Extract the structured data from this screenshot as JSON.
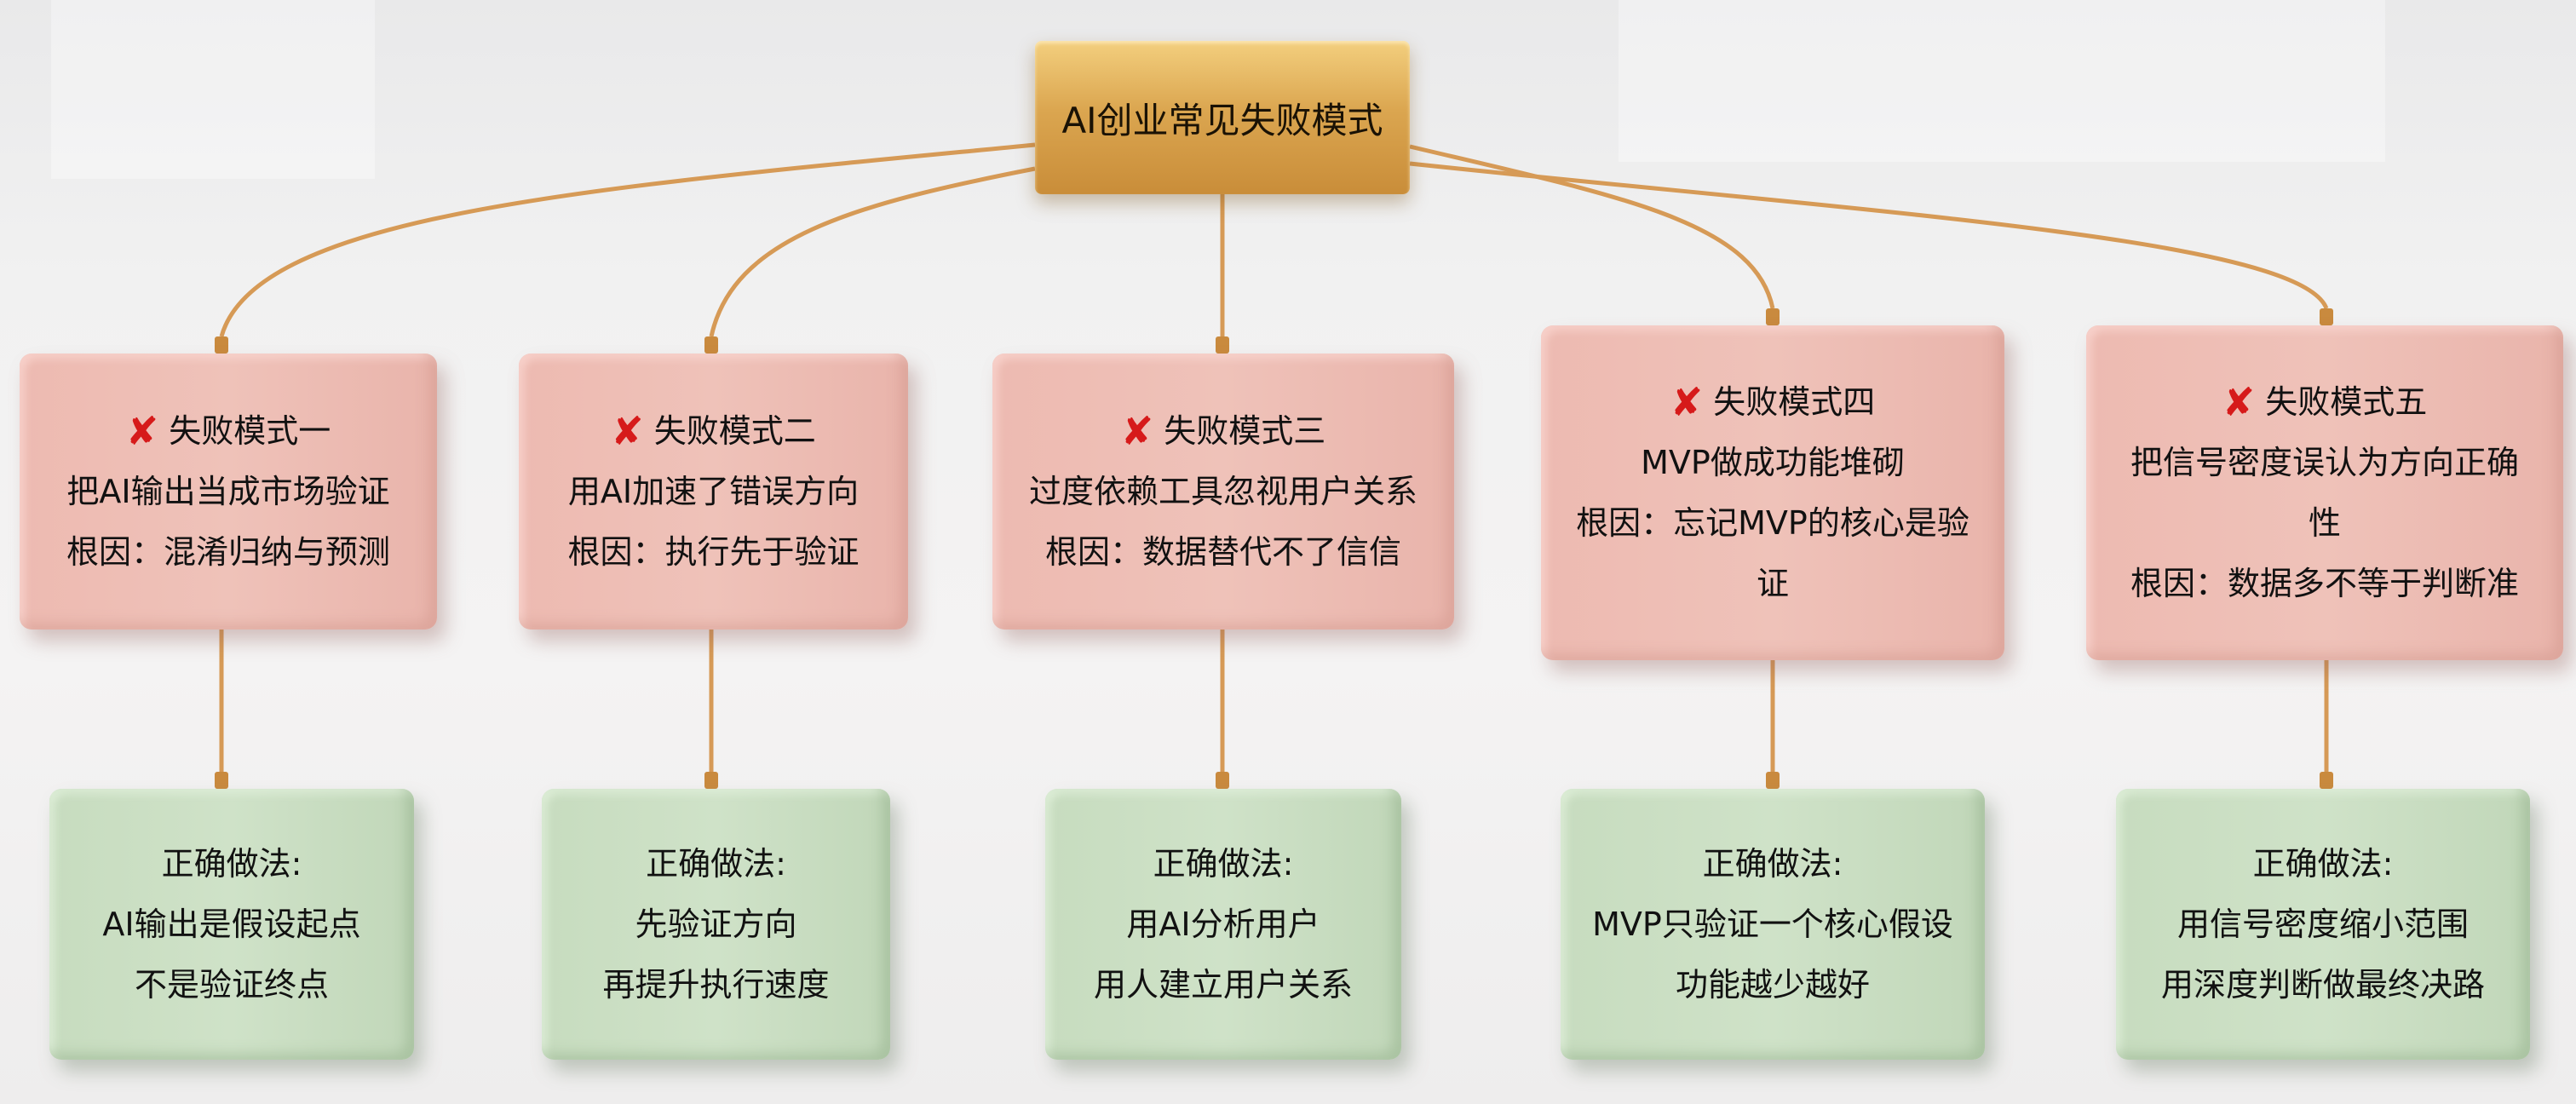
{
  "root": {
    "title": "AI创业常见失败模式"
  },
  "colors": {
    "gold": "#d9a24c",
    "pink": "#eebcb3",
    "green": "#cbdfc4",
    "x_red": "#d61a1a",
    "wire": "#d69a56"
  },
  "failures": [
    {
      "icon": "x-icon",
      "title": "失败模式一",
      "lines": [
        "把AI输出当成市场验证",
        "根因：混淆归纳与预测"
      ]
    },
    {
      "icon": "x-icon",
      "title": "失败模式二",
      "lines": [
        "用AI加速了错误方向",
        "根因：执行先于验证"
      ]
    },
    {
      "icon": "x-icon",
      "title": "失败模式三",
      "lines": [
        "过度依赖工具忽视用户关系",
        "根因：数据替代不了信信"
      ]
    },
    {
      "icon": "x-icon",
      "title": "失败模式四",
      "lines": [
        "MVP做成功能堆砌",
        "根因：忘记MVP的核心是验",
        "证"
      ]
    },
    {
      "icon": "x-icon",
      "title": "失败模式五",
      "lines": [
        "把信号密度误认为方向正确",
        "性",
        "根因：数据多不等于判断准"
      ]
    }
  ],
  "fixes": [
    {
      "label": "正确做法:",
      "lines": [
        "AI输出是假设起点",
        "不是验证终点"
      ]
    },
    {
      "label": "正确做法:",
      "lines": [
        "先验证方向",
        "再提升执行速度"
      ]
    },
    {
      "label": "正确做法:",
      "lines": [
        "用AI分析用户",
        "用人建立用户关系"
      ]
    },
    {
      "label": "正确做法:",
      "lines": [
        "MVP只验证一个核心假设",
        "功能越少越好"
      ]
    },
    {
      "label": "正确做法:",
      "lines": [
        "用信号密度缩小范围",
        "用深度判断做最终决路"
      ]
    }
  ]
}
